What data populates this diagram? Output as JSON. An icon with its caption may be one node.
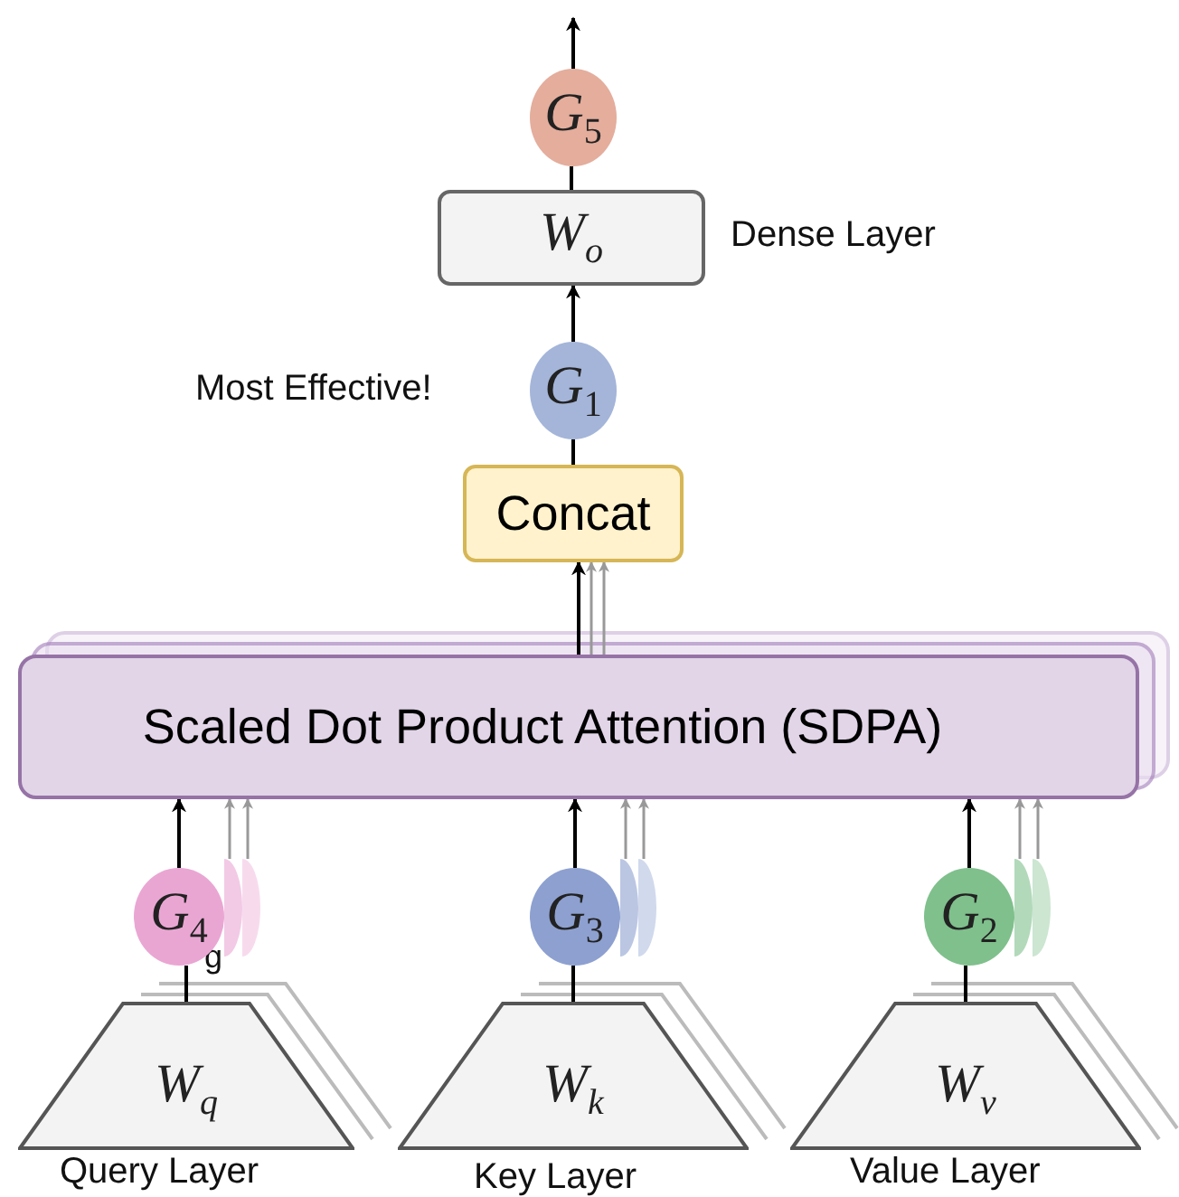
{
  "diagram": {
    "nodes": [
      {
        "text": [
          "G$_{5}$"
        ]
      },
      {
        "text": [
          "W$_{o}$"
        ],
        "beside": [
          "Dense Layer"
        ]
      },
      {
        "text": [
          "G$_{1}$"
        ],
        "beside": [
          "Most Effective!"
        ]
      },
      {
        "text": [
          "Concat"
        ]
      },
      {
        "text": [
          "Scaled Dot Product Attention (SDPA)"
        ]
      },
      {
        "text": [
          "G$_{4}$"
        ]
      },
      {
        "text": [
          "G$_{3}$"
        ]
      },
      {
        "text": [
          "G$_{2}$"
        ]
      },
      {
        "text": [
          "W$_{q}$"
        ],
        "beside": [
          "Query Layer"
        ]
      },
      {
        "text": [
          "W$_{k}$"
        ],
        "beside": [
          "Key Layer"
        ]
      },
      {
        "text": [
          "W$_{v}$"
        ],
        "beside": [
          "Value Layer"
        ]
      },
      {
        "text": [],
        "shape": "circle"
      },
      {
        "text": [],
        "shape": "circle"
      },
      {
        "text": [],
        "shape": "circle"
      },
      {
        "text": [],
        "shape": "circle"
      },
      {
        "text": [],
        "shape": "circle"
      },
      {
        "text": [],
        "shape": "circle"
      }
    ],
    "edges": [
      {
        "from": 0,
        "to": null,
        "arrow": "to"
      },
      {
        "from": 1,
        "to": 0,
        "arrow": "none"
      },
      {
        "from": 2,
        "to": 1,
        "arrow": "to"
      },
      {
        "from": 3,
        "to": 2,
        "arrow": "none"
      },
      {
        "from": 4,
        "to": 3,
        "arrow": "to"
      },
      {
        "from": 5,
        "to": 4,
        "arrow": "to"
      },
      {
        "from": 6,
        "to": 4,
        "arrow": "to"
      },
      {
        "from": 7,
        "to": 4,
        "arrow": "to"
      },
      {
        "from": 8,
        "to": 5,
        "arrow": "none"
      },
      {
        "from": 9,
        "to": 6,
        "arrow": "none"
      },
      {
        "from": 10,
        "to": 7,
        "arrow": "none"
      },
      {
        "from": 4,
        "to": 3,
        "arrow": "to",
        "color": "#999999"
      },
      {
        "from": 4,
        "to": 3,
        "arrow": "to",
        "color": "#999999"
      },
      {
        "from": 11,
        "to": 4,
        "arrow": "to",
        "color": "#999999"
      },
      {
        "from": 12,
        "to": 4,
        "arrow": "to",
        "color": "#999999"
      },
      {
        "from": 13,
        "to": 4,
        "arrow": "to",
        "color": "#999999"
      },
      {
        "from": 14,
        "to": 4,
        "arrow": "to",
        "color": "#999999"
      },
      {
        "from": 15,
        "to": 4,
        "arrow": "to",
        "color": "#999999"
      },
      {
        "from": 16,
        "to": 4,
        "arrow": "to",
        "color": "#999999"
      }
    ],
    "labels": [
      "g"
    ]
  }
}
